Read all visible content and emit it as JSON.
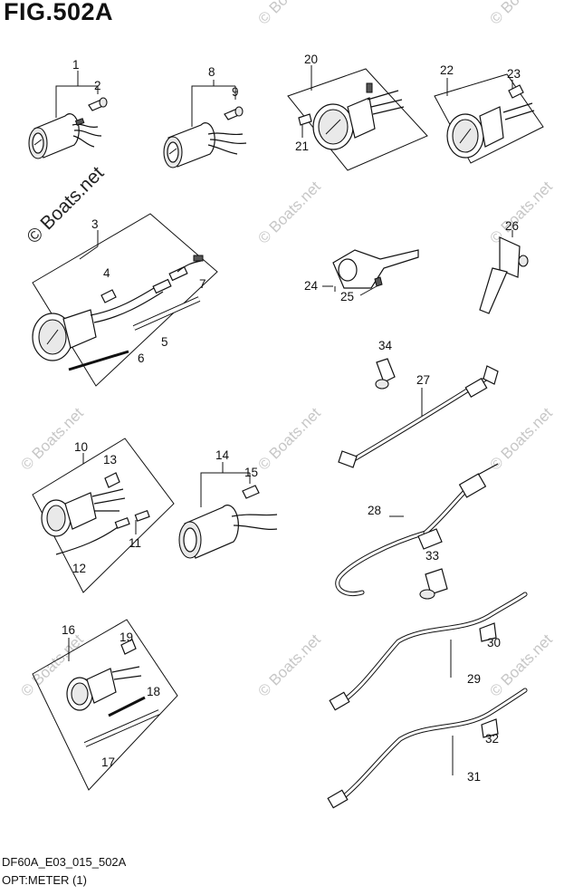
{
  "figure": {
    "title": "FIG.502A",
    "code": "DF60A_E03_015_502A",
    "section": "OPT:METER (1)"
  },
  "watermarks": [
    "© Boats.net"
  ],
  "callouts": [
    "1",
    "2",
    "3",
    "4",
    "5",
    "6",
    "7",
    "8",
    "9",
    "10",
    "11",
    "12",
    "13",
    "14",
    "15",
    "16",
    "17",
    "18",
    "19",
    "20",
    "21",
    "22",
    "23",
    "24",
    "25",
    "26",
    "27",
    "28",
    "29",
    "30",
    "31",
    "32",
    "33",
    "34"
  ]
}
